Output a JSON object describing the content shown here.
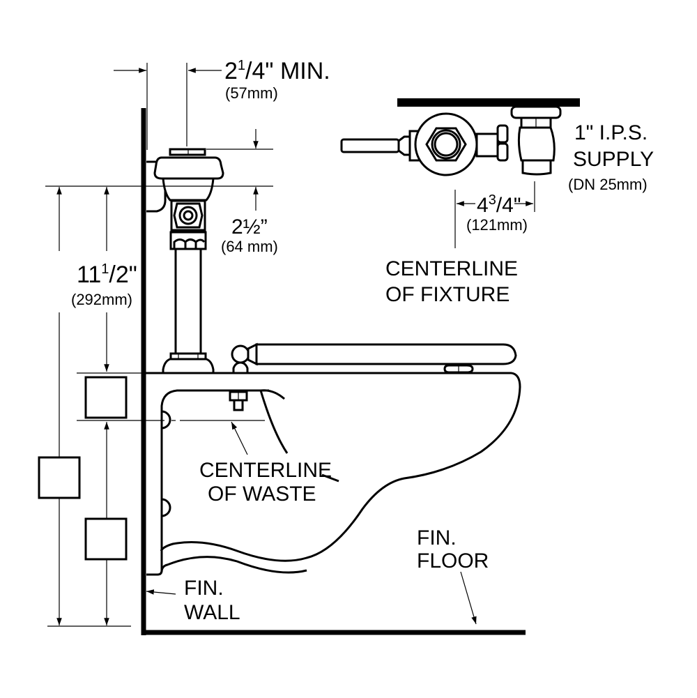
{
  "diagram": {
    "title": "Wall-hung toilet with flush valve rough-in",
    "colors": {
      "ink": "#000000",
      "background": "#ffffff"
    },
    "dimensions": {
      "valve_offset": {
        "whole": "2",
        "fraction_num": "1",
        "fraction_den": "4",
        "suffix": "\" MIN.",
        "metric": "(57mm)"
      },
      "valve_height": {
        "text": "2½”",
        "metric": "(64 mm)"
      },
      "supply_height": {
        "whole": "11",
        "fraction_num": "1",
        "fraction_den": "2",
        "suffix": "\"",
        "metric": "(292mm)"
      },
      "supply_offset": {
        "whole": "4",
        "fraction_num": "3",
        "fraction_den": "4",
        "suffix": "\"",
        "metric": "(121mm)"
      }
    },
    "labels": {
      "supply_line1": "1\"  I.P.S.",
      "supply_line2": "SUPPLY",
      "supply_line3": "(DN  25mm)",
      "fixture_line1": "CENTERLINE",
      "fixture_line2": "OF  FIXTURE",
      "waste_line1": "CENTERLINE",
      "waste_line2": "OF  WASTE",
      "wall_line1": "FIN.",
      "wall_line2": "WALL",
      "floor_line1": "FIN.",
      "floor_line2": "FLOOR"
    }
  }
}
